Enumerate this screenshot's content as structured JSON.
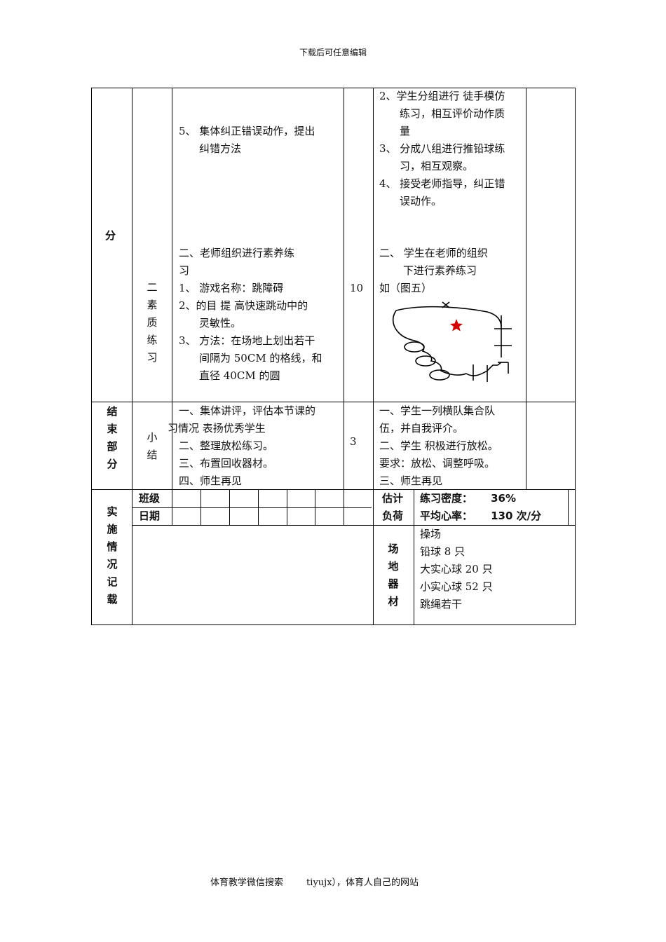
{
  "header": "下载后可任意编辑",
  "footer": "体育教学微信搜索        tiyujx），体育人自己的网站",
  "part_label_top": "分",
  "section2": {
    "name": "二素质练习",
    "name_chars": [
      "二",
      "素",
      "质",
      "练",
      "习"
    ],
    "teacher_top": [
      "5、 集体纠正错误动作，提出",
      "纠错方法"
    ],
    "teacher_main": [
      "二、老师组织进行素养练",
      "习",
      "1、 游戏名称：跳障碍",
      "2、的目 提     高快速跳动中的",
      "灵敏性。",
      "3、 方法：在场地上划出若干",
      "间隔为 50CM 的格线，和",
      "直径 40CM 的圆"
    ],
    "time": "10",
    "student_top": [
      "2、学生分组进行     徒手模仿",
      "练习，相互评价动作质",
      "量",
      "3、 分成八组进行推铅球练",
      "习，相互观察。",
      "4、 接受老师指导，纠正错",
      "误动作。"
    ],
    "student_main": [
      "二、    学生在老师的组织",
      "下进行素养练习",
      "如（图五）"
    ]
  },
  "end_part": {
    "label_chars": [
      "结",
      "束",
      "部",
      "分"
    ],
    "name_chars": [
      "小",
      "结"
    ],
    "teacher": [
      "一、集体讲评，评估本节课的",
      "习情况     表扬优秀学生",
      "二、整理放松练习。",
      "三、布置回收器材。",
      "四、师生再见"
    ],
    "time": "3",
    "student": [
      "一、学生一列横队集合队",
      "伍，并自我评介。",
      "二、学生     积极进行放松。",
      "要求：放松、调整呼吸。",
      "三、师生再见"
    ]
  },
  "record": {
    "label_chars": [
      "实",
      "施",
      "情",
      "况",
      "记",
      "载"
    ],
    "class_label": "班级",
    "date_label": "日期",
    "load_label": [
      "估计",
      "负荷"
    ],
    "density": "练习密度：     36%",
    "heart_rate": "平均心率：     130 次/分",
    "venue_label_chars": [
      "场",
      "地",
      "器",
      "材"
    ],
    "venue_items": [
      "操场",
      "铅球 8 只",
      "大实心球 20 只",
      "小实心球 52 只",
      "跳绳若干"
    ]
  },
  "colors": {
    "star": "#d40000",
    "line": "#000000"
  }
}
